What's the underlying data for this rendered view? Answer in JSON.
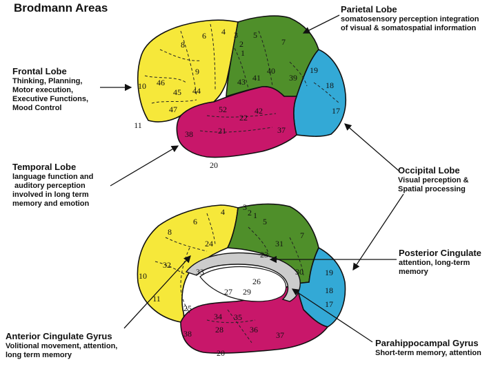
{
  "title": "Brodmann Areas",
  "colors": {
    "frontal": "#f6e83a",
    "parietal": "#4f8f2a",
    "temporal": "#c8176a",
    "occipital": "#33a9d6",
    "cingulate": "#cccccc"
  },
  "labels": {
    "frontal": {
      "heading": "Frontal Lobe",
      "lines": [
        "Thinking, Planning,",
        "Motor execution,",
        "Executive Functions,",
        "Mood Control"
      ]
    },
    "parietal": {
      "heading": "Parietal Lobe",
      "lines": [
        "somatosensory perception integration",
        "of visual & somatospatial information"
      ]
    },
    "temporal": {
      "heading": "Temporal Lobe",
      "lines": [
        "language function and",
        " auditory perception",
        "involved in long term",
        "memory and emotion"
      ]
    },
    "occipital": {
      "heading": "Occipital Lobe",
      "lines": [
        "Visual perception &",
        "Spatial processing"
      ]
    },
    "posterior_cingulate": {
      "heading": "Posterior Cingulate",
      "lines": [
        "attention, long-term",
        "memory"
      ]
    },
    "anterior_cingulate": {
      "heading": "Anterior Cingulate Gyrus",
      "lines": [
        "Volitional movement, attention,",
        "long term memory"
      ]
    },
    "parahippocampal": {
      "heading": "Parahippocampal Gyrus",
      "lines": [
        "Short-term memory, attention"
      ]
    }
  },
  "areas_lateral": [
    "1",
    "2",
    "3",
    "4",
    "5",
    "6",
    "7",
    "8",
    "9",
    "10",
    "11",
    "17",
    "18",
    "19",
    "20",
    "21",
    "22",
    "37",
    "38",
    "39",
    "40",
    "41",
    "42",
    "43",
    "44",
    "45",
    "46",
    "47",
    "52"
  ],
  "areas_medial": [
    "1",
    "2",
    "3",
    "4",
    "5",
    "6",
    "7",
    "8",
    "10",
    "11",
    "17",
    "18",
    "19",
    "20",
    "23",
    "24",
    "25",
    "26",
    "27",
    "28",
    "29",
    "30",
    "31",
    "32",
    "33",
    "34",
    "35",
    "36",
    "37",
    "38"
  ]
}
